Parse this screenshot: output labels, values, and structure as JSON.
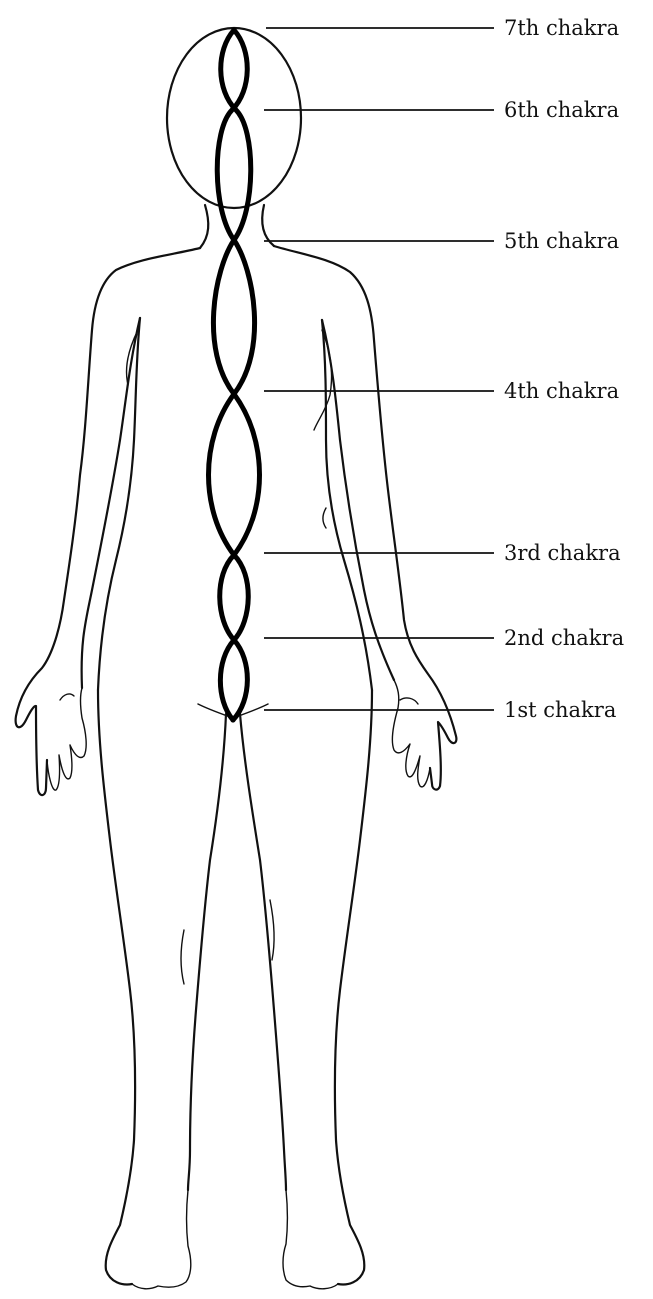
{
  "diagram": {
    "labels": [
      "7th chakra",
      "6th chakra",
      "5th chakra",
      "4th chakra",
      "3rd chakra",
      "2nd chakra",
      "1st chakra"
    ]
  }
}
